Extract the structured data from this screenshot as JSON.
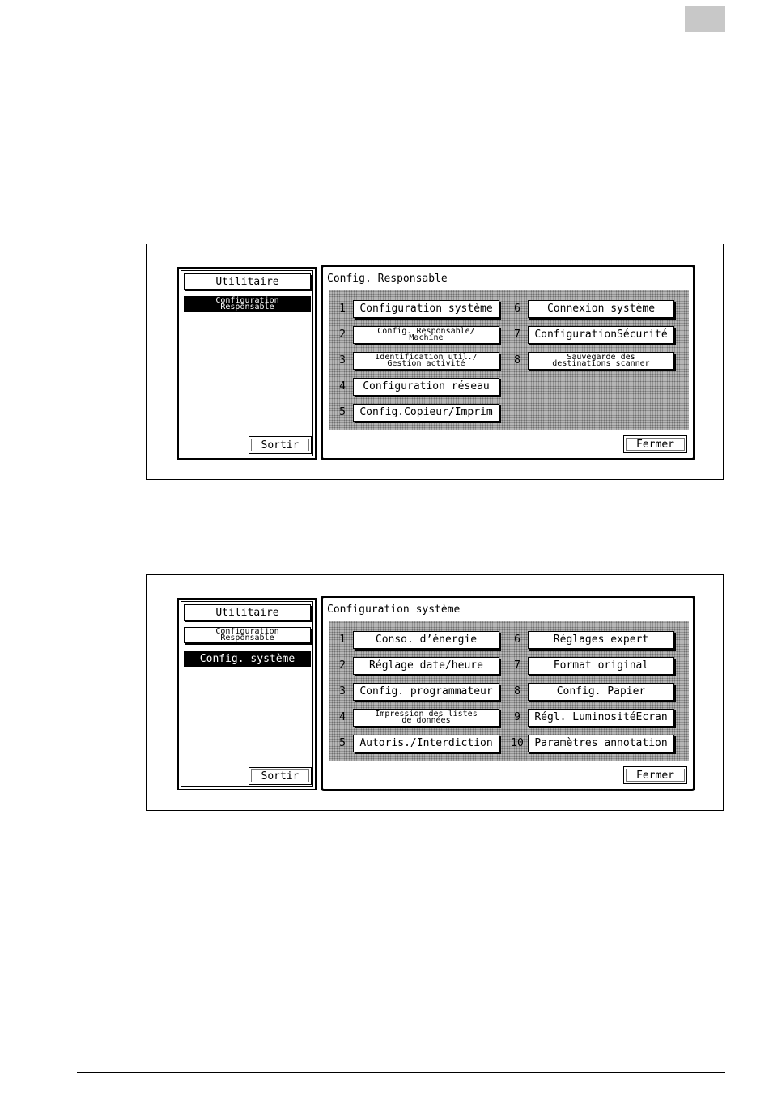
{
  "screen1": {
    "left_panel": {
      "utilitaire": "Utilitaire",
      "config_responsable": "Configuration\nResponsable",
      "sortir": "Sortir"
    },
    "right_panel": {
      "title": "Config. Responsable",
      "items": [
        {
          "num": "1",
          "label": "Configuration système"
        },
        {
          "num": "2",
          "label": "Config. Responsable/\nMachine"
        },
        {
          "num": "3",
          "label": "Identification util./\nGestion activité"
        },
        {
          "num": "4",
          "label": "Configuration réseau"
        },
        {
          "num": "5",
          "label": "Config.Copieur/Imprim"
        },
        {
          "num": "6",
          "label": "Connexion système"
        },
        {
          "num": "7",
          "label": "ConfigurationSécurité"
        },
        {
          "num": "8",
          "label": "Sauvegarde des\ndestinations scanner"
        }
      ],
      "fermer": "Fermer"
    }
  },
  "screen2": {
    "left_panel": {
      "utilitaire": "Utilitaire",
      "config_responsable": "Configuration\nResponsable",
      "config_systeme": "Config. système",
      "sortir": "Sortir"
    },
    "right_panel": {
      "title": "Configuration système",
      "items": [
        {
          "num": "1",
          "label": "Conso. d’énergie"
        },
        {
          "num": "2",
          "label": "Réglage date/heure"
        },
        {
          "num": "3",
          "label": "Config. programmateur"
        },
        {
          "num": "4",
          "label": "Impression des listes\nde données"
        },
        {
          "num": "5",
          "label": "Autoris./Interdiction"
        },
        {
          "num": "6",
          "label": "Réglages expert"
        },
        {
          "num": "7",
          "label": "Format original"
        },
        {
          "num": "8",
          "label": "Config. Papier"
        },
        {
          "num": "9",
          "label": "Régl. LuminositéEcran"
        },
        {
          "num": "10",
          "label": "Paramètres annotation"
        }
      ],
      "fermer": "Fermer"
    }
  }
}
